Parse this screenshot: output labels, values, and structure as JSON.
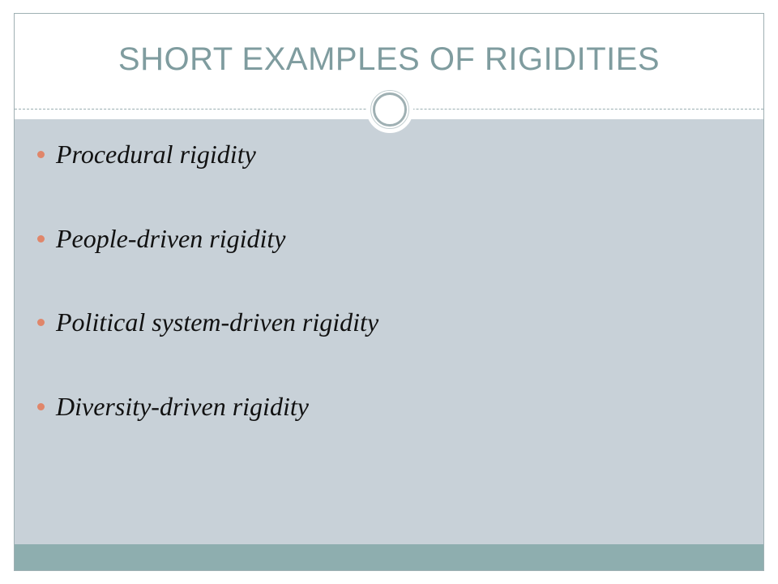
{
  "slide": {
    "title": "SHORT EXAMPLES OF RIGIDITIES",
    "bullets": [
      {
        "text": "Procedural rigidity"
      },
      {
        "text": "People-driven rigidity"
      },
      {
        "text": "Political system-driven rigidity"
      },
      {
        "text": "Diversity-driven rigidity"
      }
    ]
  },
  "colors": {
    "title": "#7f9c9f",
    "content_panel": "#c8d1d8",
    "footer_band": "#8eaeaf",
    "bullet": "#e0866a",
    "text": "#111111"
  },
  "icons": {
    "divider_ornament": "circle-ornament-icon",
    "bullet_marker": "bullet-dot-icon"
  }
}
